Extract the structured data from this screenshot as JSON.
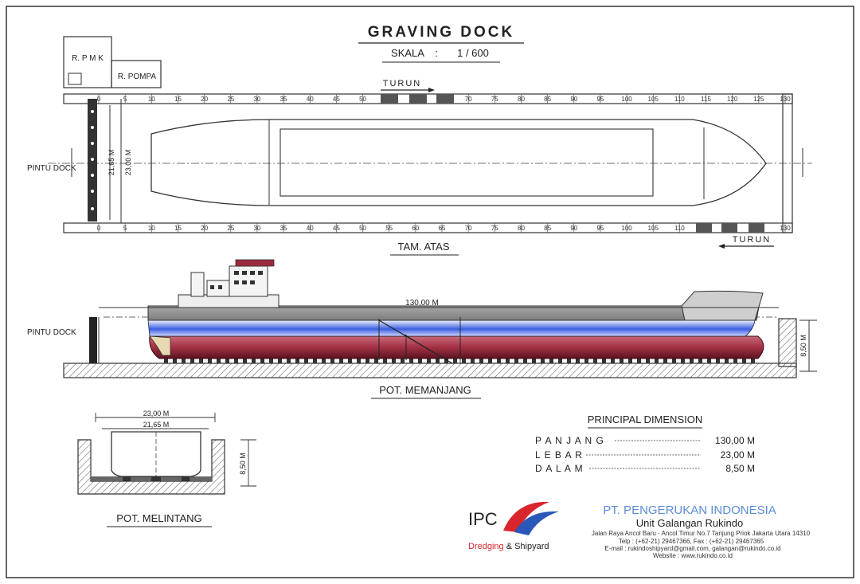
{
  "drawing": {
    "title": "GRAVING DOCK",
    "scale_label": "SKALA",
    "scale_sep": ":",
    "scale_value": "1 / 600"
  },
  "plan": {
    "rooms": {
      "rpmk": "R. P M K",
      "rpompa": "R. POMPA"
    },
    "ruler_top": [
      0,
      5,
      10,
      15,
      20,
      25,
      30,
      35,
      40,
      45,
      50,
      55,
      60,
      65,
      70,
      75,
      80,
      85,
      90,
      95,
      100,
      105,
      110,
      115,
      120,
      125,
      130
    ],
    "ruler_bottom": [
      0,
      5,
      10,
      15,
      20,
      25,
      30,
      35,
      40,
      45,
      50,
      55,
      60,
      65,
      70,
      75,
      80,
      85,
      90,
      95,
      100,
      105,
      110,
      115,
      120,
      125,
      130
    ],
    "turun_top": "TURUN",
    "turun_bottom": "TURUN",
    "gate_label": "PINTU DOCK",
    "inner_width": "21,65 M",
    "outer_width": "23,00 M",
    "caption": "TAM. ATAS"
  },
  "longitudinal": {
    "gate_label": "PINTU DOCK",
    "length": "130,00 M",
    "depth": "8,50 M",
    "caption": "POT.  MEMANJANG"
  },
  "cross": {
    "outer_width": "23,00 M",
    "inner_width": "21,65 M",
    "depth": "8,50 M",
    "caption": "POT.  MELINTANG"
  },
  "dimensions": {
    "heading": "PRINCIPAL  DIMENSION",
    "rows": [
      {
        "label": "P A N J A N G",
        "value": "130,00 M"
      },
      {
        "label": "L E B A R",
        "value": "23,00 M"
      },
      {
        "label": "D A L A M",
        "value": "8,50 M"
      }
    ]
  },
  "branding": {
    "logo": "IPC",
    "tagline_red": "Dredging",
    "tagline_rest": " & Shipyard",
    "company": "PT. PENGERUKAN INDONESIA",
    "unit": "Unit Galangan Rukindo",
    "address": "Jalan Raya Ancol Baru - Ancol Timur No.7 Tanjung Priok Jakarta Utara 14310",
    "phone": "Telp : (+62-21) 29467366, Fax : (+62-21) 29467365",
    "email": "E-mail : rukindoshipyard@gmail.com, galangan@rukindo.co.id",
    "website": "Website : www.rukindo.co.id"
  },
  "colors": {
    "ink": "#222222",
    "hull_red": "#9b2a3c",
    "hull_blue": "#2f4fd0",
    "hull_grey": "#8f8f8f",
    "brand_blue": "#5b8ed6",
    "brand_red": "#d8262c"
  }
}
